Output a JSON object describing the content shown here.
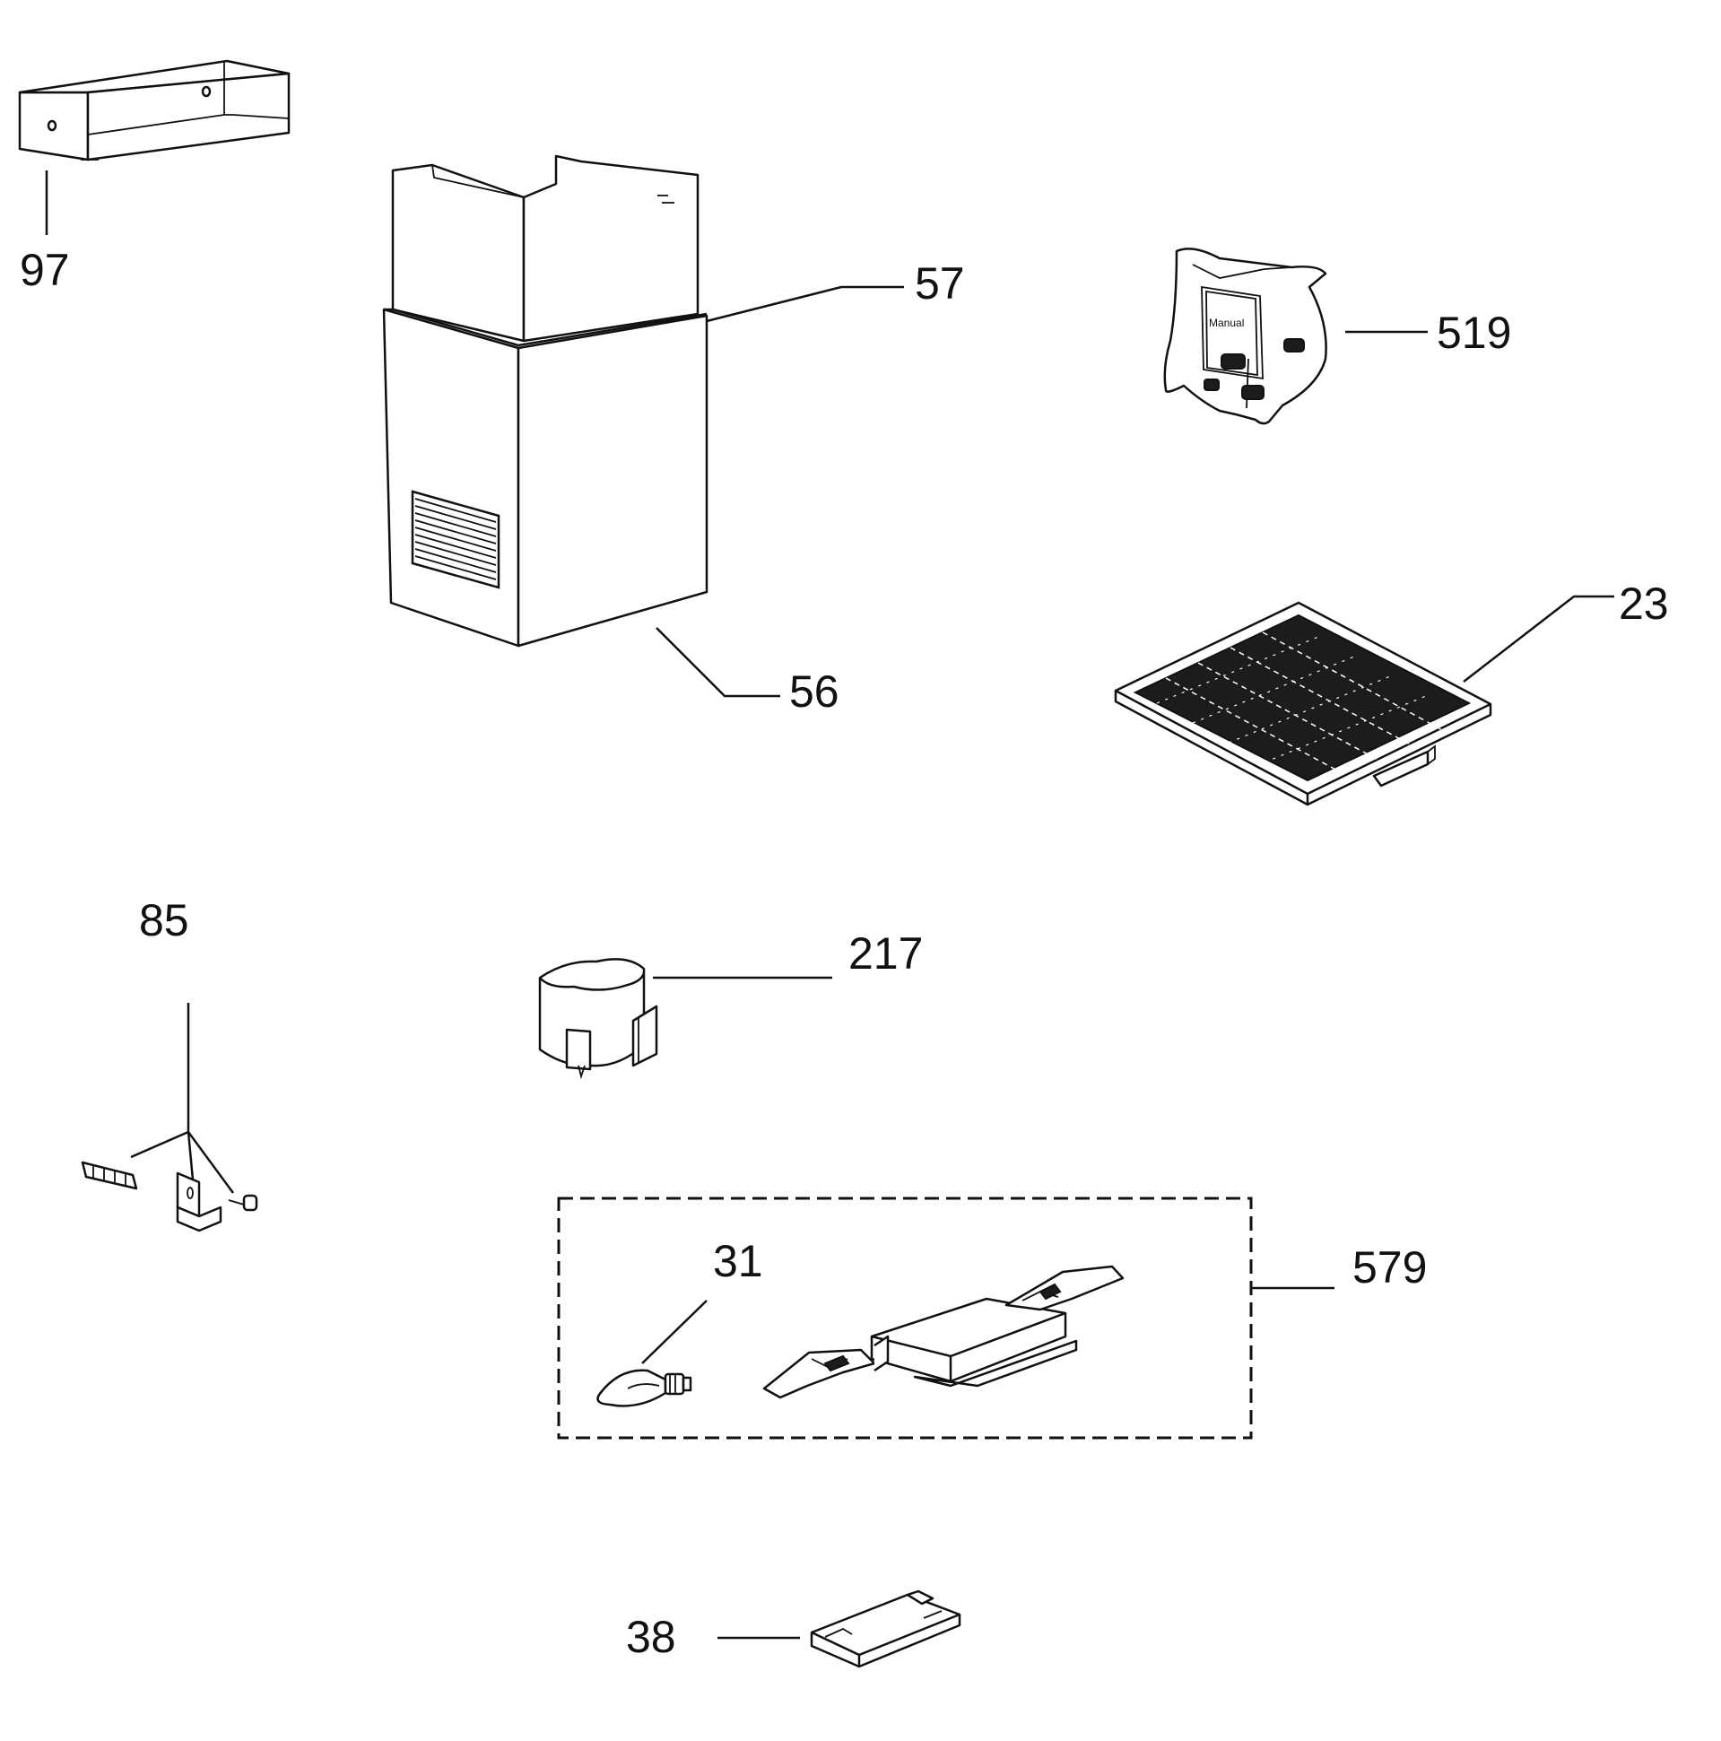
{
  "labels": {
    "bracket": "97",
    "chimney_upper": "57",
    "chimney_lower": "56",
    "accessory_bag": "519",
    "manual": "Manual",
    "grease_filter": "23",
    "wall_fixings": "85",
    "carbon_filter": "217",
    "lighting_kit": "579",
    "bulb": "31",
    "lamp_cover": "38"
  }
}
